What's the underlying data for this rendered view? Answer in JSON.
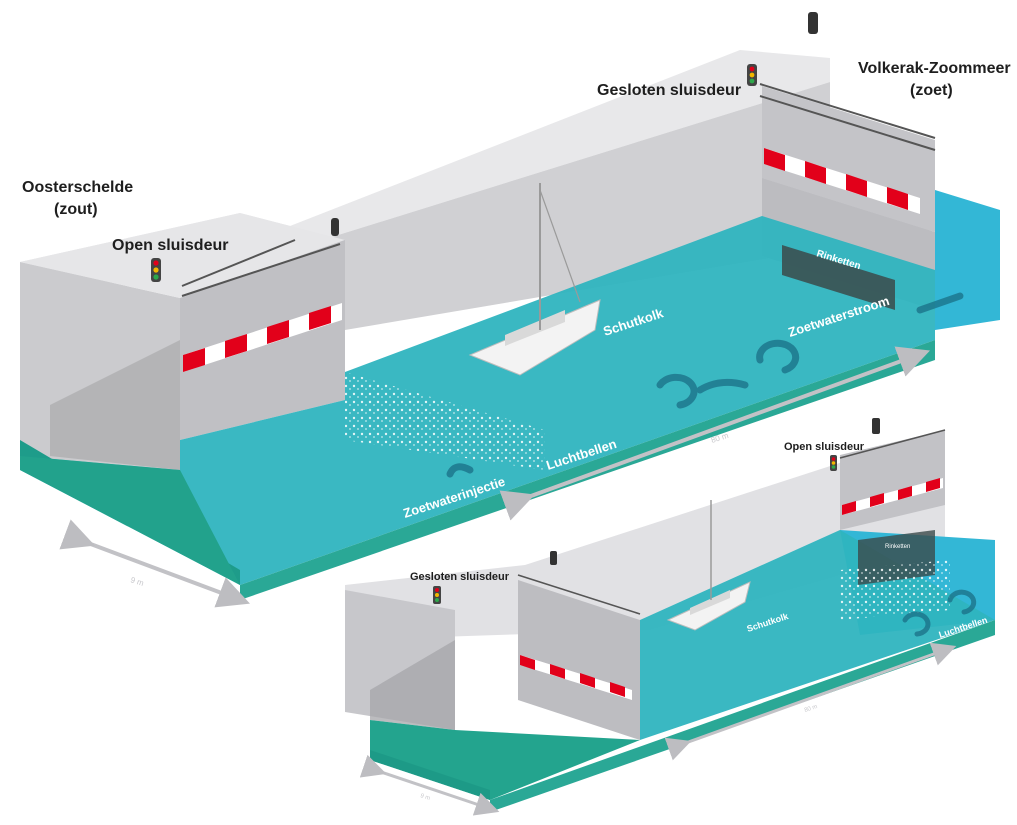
{
  "colors": {
    "wall_top": "#e6e6e8",
    "wall_face": "#cfcfd2",
    "wall_dark": "#b7b7bb",
    "gate": "#bebec2",
    "water_top": "#2fb3b8",
    "water_deep": "#1f9f8d",
    "water_side": "#2aa896",
    "fresh_water": "#33b7d6",
    "warning_red": "#e2001a",
    "arrow": "#b9b9bd",
    "label_dark": "#1e1e1e",
    "label_light": "#ffffff"
  },
  "main": {
    "label_oosterschelde": "Oosterschelde",
    "label_zout": "(zout)",
    "label_volkerak": "Volkerak-Zoommeer",
    "label_zoet": "(zoet)",
    "label_open_gate": "Open sluisdeur",
    "label_closed_gate": "Gesloten sluisdeur",
    "label_schutkolk": "Schutkolk",
    "label_rinketten": "Rinketten",
    "label_zoetwaterstroom": "Zoetwaterstroom",
    "label_luchtbellen": "Luchtbellen",
    "label_zoetwaterinjectie": "Zoetwaterinjectie",
    "dim_length": "80 m",
    "dim_width": "9 m"
  },
  "inset": {
    "label_open_gate": "Open sluisdeur",
    "label_closed_gate": "Gesloten sluisdeur",
    "label_schutkolk": "Schutkolk",
    "label_rinketten": "Rinketten",
    "label_luchtbellen": "Luchtbellen",
    "dim_length": "80 m",
    "dim_width": "9 m"
  }
}
